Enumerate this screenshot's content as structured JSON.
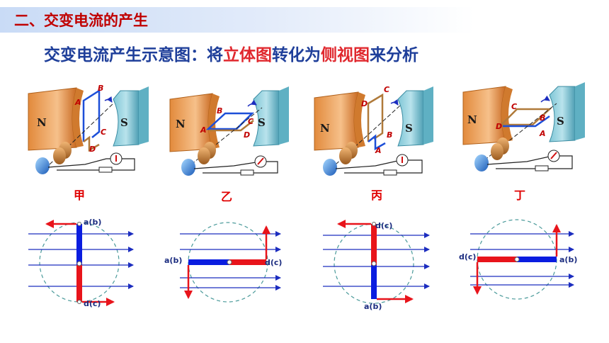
{
  "header": {
    "title": "二、交变电流的产生"
  },
  "subtitle": {
    "parts": [
      "交变电流产生示意图：将",
      "立体图",
      "转化为",
      "侧视图",
      "来分析"
    ]
  },
  "magnet_labels": {
    "north": "N",
    "south": "S"
  },
  "coil_corners": [
    "A",
    "B",
    "C",
    "D"
  ],
  "panels": [
    {
      "caption": "甲",
      "top_label": "a(b)",
      "bottom_label": "d(c)"
    },
    {
      "caption": "乙",
      "left_label": "a(b)",
      "right_label": "d(c)"
    },
    {
      "caption": "丙",
      "top_label": "d(c)",
      "bottom_label": "a(b)"
    },
    {
      "caption": "丁",
      "left_label": "d(c)",
      "right_label": "a(b)"
    }
  ],
  "colors": {
    "title_red": "#c00000",
    "subtitle_blue": "#1f3f9a",
    "highlight_red": "#e0282e",
    "field_blue": "#1c2dbf",
    "coil_blue": "#0a1de0",
    "coil_red": "#e8141b"
  }
}
